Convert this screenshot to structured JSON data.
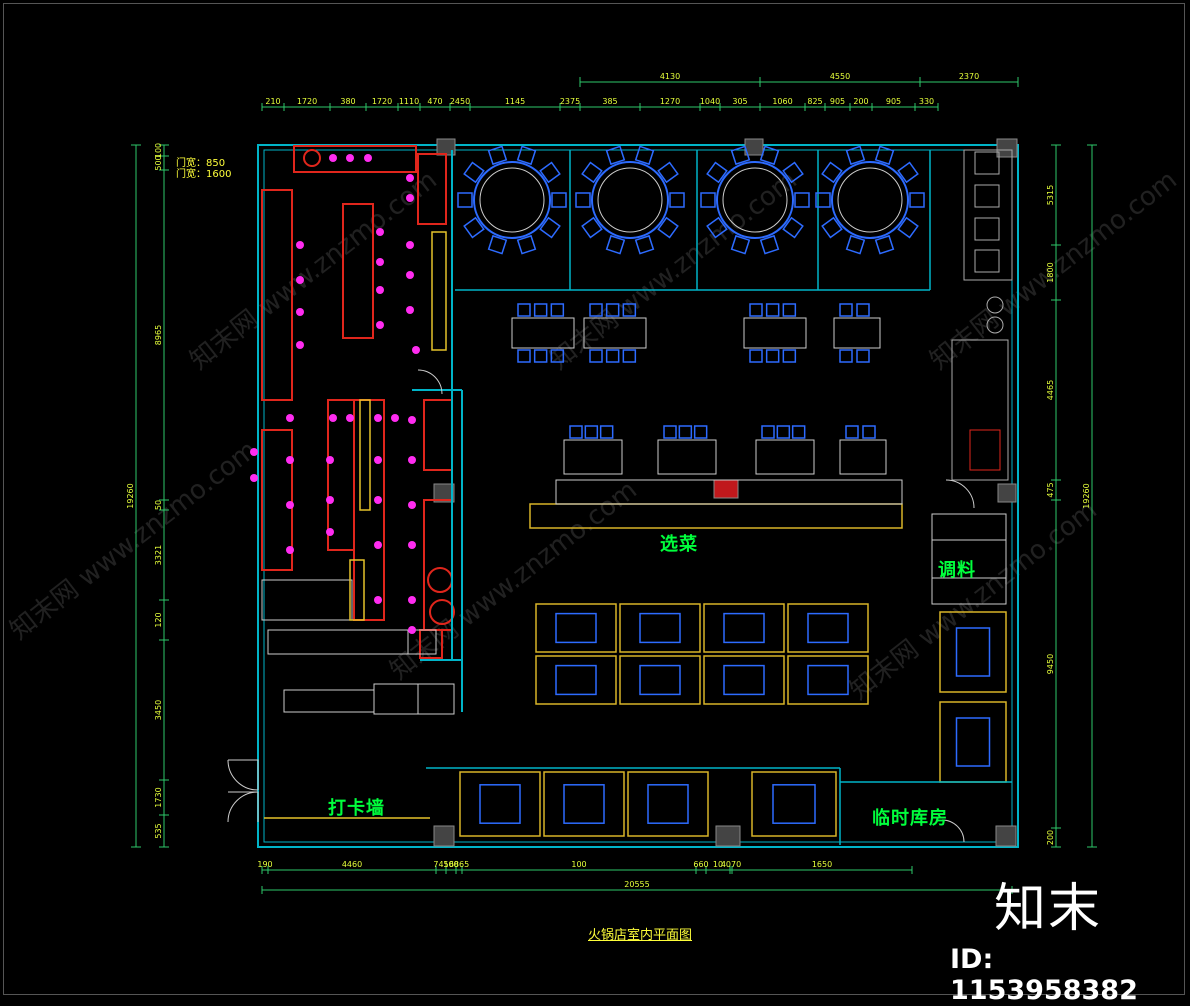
{
  "drawing": {
    "caption": "火锅店室内平面图",
    "colors": {
      "background": "#000000",
      "wall": "#00b4c8",
      "dimension": "#2ec86a",
      "dimension_text": "#e6ff3a",
      "kitchen_equipment": "#e0261c",
      "lighting_points": "#ff2cf0",
      "dining_furniture": "#2d6bff",
      "booth": "#d8b428",
      "room_label": "#00ff3c"
    },
    "room_labels": {
      "select_dishes": "选菜",
      "seasoning": "调料",
      "photo_wall": "打卡墙",
      "temp_storage": "临时库房"
    },
    "door_note": {
      "line1": "门宽：850",
      "line2": "门宽：1600"
    },
    "top_dimensions_outer": [
      "4130",
      "4550",
      "2370"
    ],
    "top_dimensions": [
      "210",
      "1720",
      "380",
      "1720",
      "1110",
      "470",
      "2450",
      "1145",
      "2375",
      "385",
      "1270",
      "1040",
      "305",
      "1060",
      "825",
      "905",
      "200",
      "905",
      "330"
    ],
    "bottom_dimensions": [
      "190",
      "4460",
      "745",
      "100",
      "6865",
      "100",
      "660",
      "10",
      "4070",
      "1650"
    ],
    "bottom_total": "20555",
    "left_dimensions": [
      "100",
      "500",
      "8965",
      "50",
      "3321",
      "120",
      "3450",
      "1730",
      "535"
    ],
    "left_total": "19260",
    "right_dimensions": [
      "5315",
      "1800",
      "4465",
      "475",
      "9450",
      "200"
    ],
    "right_total": "19260"
  },
  "branding": {
    "site_name": "知末",
    "image_id": "ID: 1153958382",
    "watermark": "知末网 www.znzmo.com"
  }
}
